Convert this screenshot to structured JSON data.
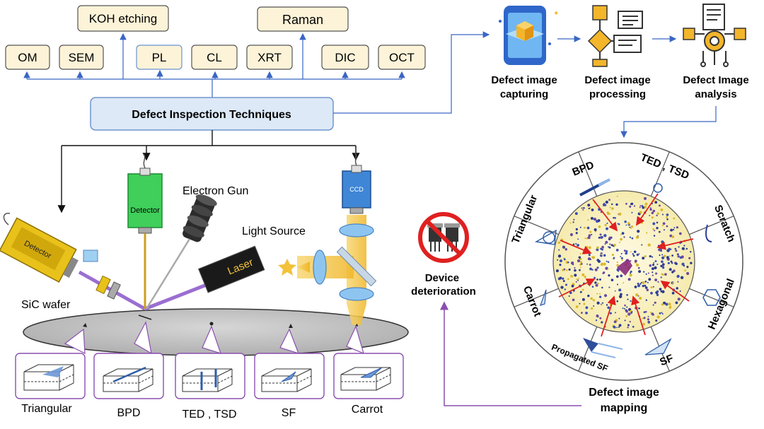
{
  "techniques_top": [
    "KOH etching",
    "Raman"
  ],
  "techniques_row": [
    "OM",
    "SEM",
    "PL",
    "CL",
    "XRT",
    "DIC",
    "OCT"
  ],
  "central_box": "Defect Inspection Techniques",
  "apparatus": {
    "detector_left": "Detector",
    "detector_center": "Detector",
    "electron_gun": "Electron Gun",
    "light_source": "Light Source",
    "laser": "Laser",
    "ccd": "CCD",
    "wafer": "SiC wafer"
  },
  "pipeline": [
    "Defect image capturing",
    "Defect image processing",
    "Defect Image analysis"
  ],
  "wheel_labels": [
    "BPD",
    "TED , TSD",
    "Scratch",
    "Hexagonal",
    "SF",
    "Propagated SF",
    "Carrot",
    "Triangular"
  ],
  "device_deterioration": "Device deterioration",
  "mapping": "Defect image mapping",
  "defect_insets": [
    "Triangular",
    "BPD",
    "TED , TSD",
    "SF",
    "Carrot"
  ],
  "colors": {
    "tech_box_fill": "#fdf3d8",
    "central_box_fill": "#dde9f7",
    "flow_blue": "#3a66c4",
    "mapping_purple": "#8a4fb0",
    "detector_yellow": "#e8c21a",
    "detector_green": "#3fcf5a",
    "ccd_blue": "#3f86d6",
    "beam_gold": "#f3c23a"
  }
}
